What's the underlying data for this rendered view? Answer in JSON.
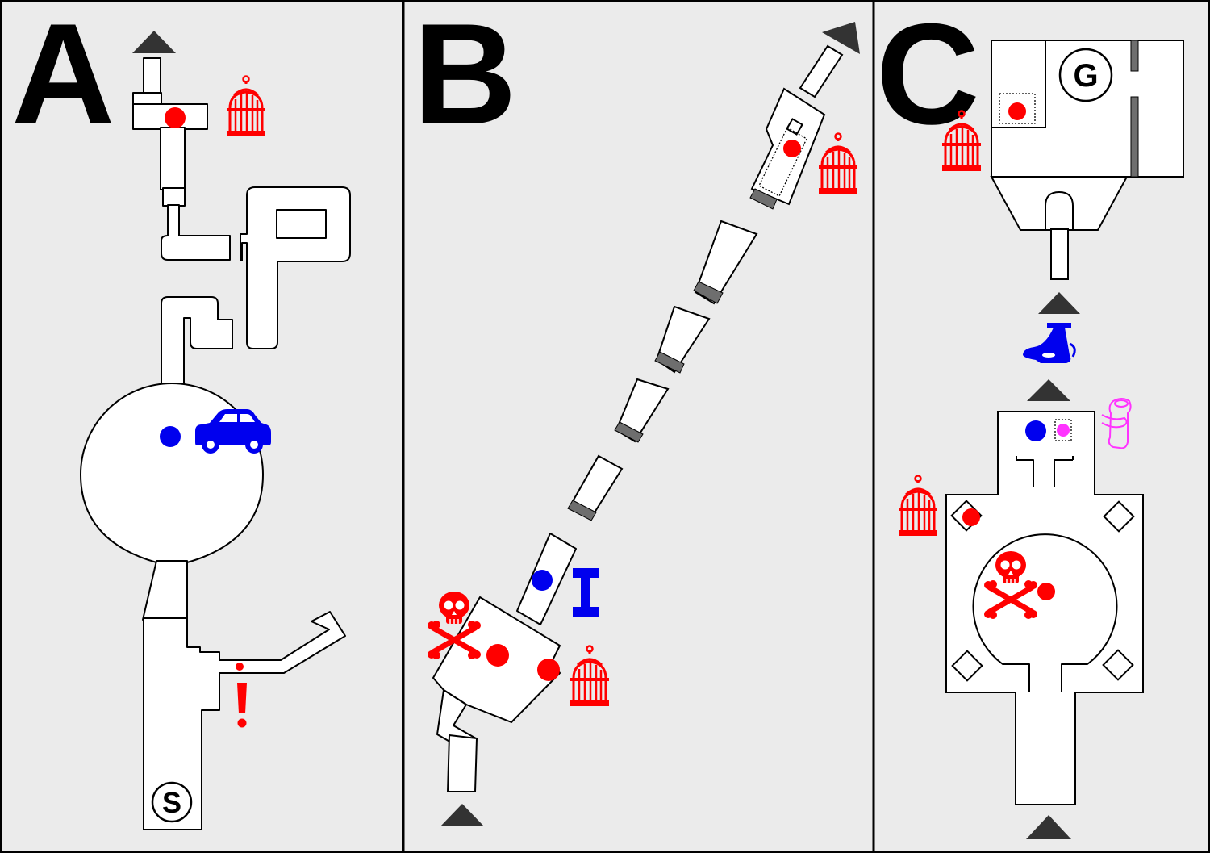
{
  "panels": [
    {
      "id": "A",
      "label": "A"
    },
    {
      "id": "B",
      "label": "B"
    },
    {
      "id": "C",
      "label": "C"
    }
  ],
  "markers": {
    "start": "S",
    "goal": "G"
  },
  "colors": {
    "panel_background": "#ebebeb",
    "room_fill": "#ffffff",
    "enemy_red": "#ff0000",
    "item_blue": "#0000ee",
    "special_magenta": "#ff33ff",
    "door_gray": "#6e6e6e",
    "arrow_dark": "#333333"
  },
  "icons": {
    "cage": "birdcage-icon",
    "car": "car-icon",
    "skull": "skull-crossbones-icon",
    "alert": "exclamation-icon",
    "pillar": "i-beam-icon",
    "genie_lamp": "lamp-icon",
    "scroll": "scroll-icon",
    "exit_arrow": "exit-arrow-icon"
  }
}
